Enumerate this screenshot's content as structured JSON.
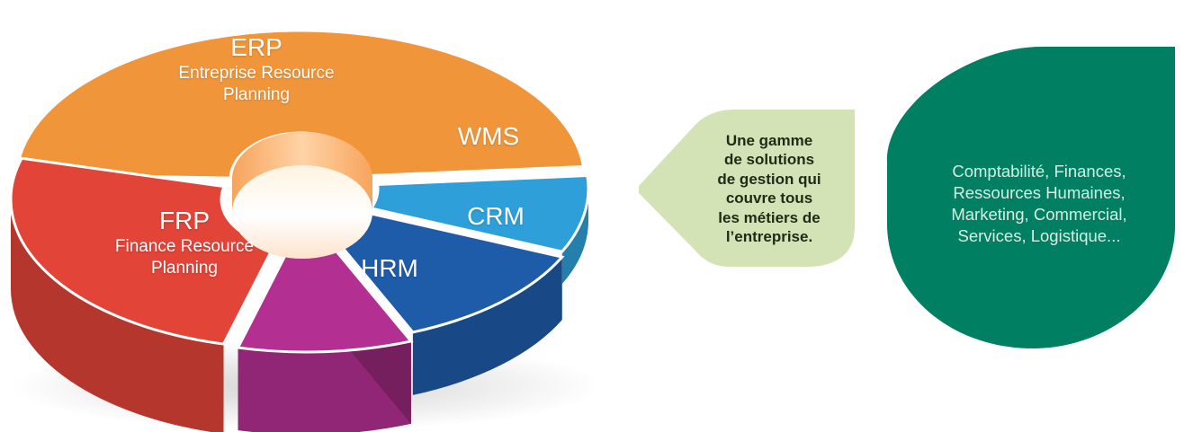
{
  "pie_segments": [
    {
      "id": "erp",
      "title": "ERP",
      "subtitle_lines": [
        "Entreprise Resource",
        "Planning"
      ],
      "color": "#f0953a"
    },
    {
      "id": "wms",
      "title": "WMS",
      "subtitle_lines": [],
      "color": "#2e9fd8"
    },
    {
      "id": "crm",
      "title": "CRM",
      "subtitle_lines": [],
      "color": "#1e5ba8"
    },
    {
      "id": "hrm",
      "title": "HRM",
      "subtitle_lines": [],
      "color": "#b42f92"
    },
    {
      "id": "frp",
      "title": "FRP",
      "subtitle_lines": [
        "Finance Resource",
        "Planning"
      ],
      "color": "#e24438"
    }
  ],
  "tag_bubble": {
    "lines": [
      "Une gamme",
      "de solutions",
      "de gestion qui",
      "couvre tous",
      "les métiers de",
      "l’entreprise."
    ],
    "color": "#d4e3b5"
  },
  "circle_bubble": {
    "lines": [
      "Comptabilité, Finances,",
      "Ressources Humaines,",
      "Marketing, Commercial,",
      "Services, Logistique..."
    ],
    "color": "#007f63"
  }
}
